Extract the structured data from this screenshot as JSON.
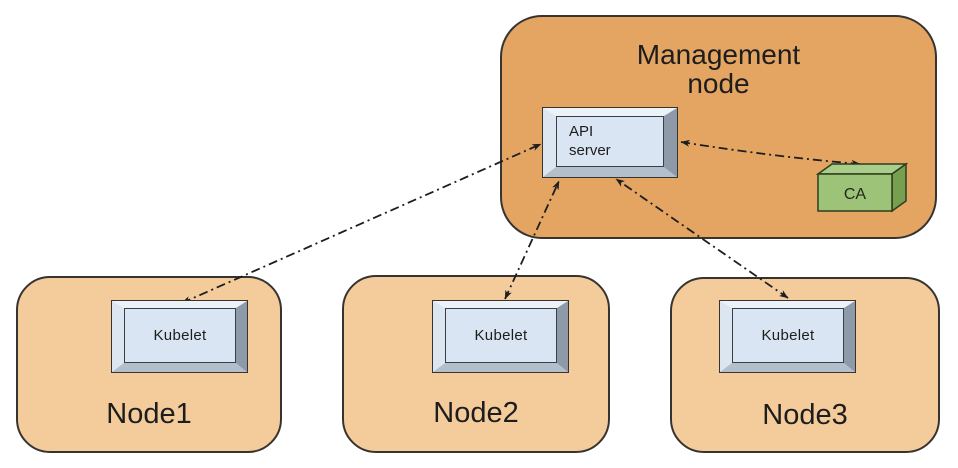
{
  "diagram": {
    "management_node": {
      "label": "Management\nnode",
      "api_server_label": "API\nserver",
      "ca_label": "CA"
    },
    "worker_nodes": [
      {
        "label": "Node1",
        "component_label": "Kubelet"
      },
      {
        "label": "Node2",
        "component_label": "Kubelet"
      },
      {
        "label": "Node3",
        "component_label": "Kubelet"
      }
    ],
    "connections": [
      {
        "from": "kubelet-node1",
        "to": "api-server",
        "style": "dash-dot",
        "bidirectional": true
      },
      {
        "from": "kubelet-node2",
        "to": "api-server",
        "style": "dash-dot",
        "bidirectional": true
      },
      {
        "from": "kubelet-node3",
        "to": "api-server",
        "style": "dash-dot",
        "bidirectional": true
      },
      {
        "from": "api-server",
        "to": "ca",
        "style": "dash-dot",
        "bidirectional": true
      }
    ]
  },
  "colors": {
    "management-fill": "#e4a563",
    "node-fill": "#f4cc9c",
    "outline": "#373430",
    "box-face": "#d9e5f2",
    "bevel-top": "#edf2f8",
    "bevel-left": "#dce6f0",
    "bevel-right": "#8f9aa9",
    "bevel-bottom": "#b4bfcc",
    "ca-front": "#9cc377",
    "ca-top": "#a9ce8a",
    "ca-side": "#76a050",
    "ca-outline": "#2f3d1f",
    "arrow": "#1e1e1e",
    "text": "#1d1d1d"
  }
}
